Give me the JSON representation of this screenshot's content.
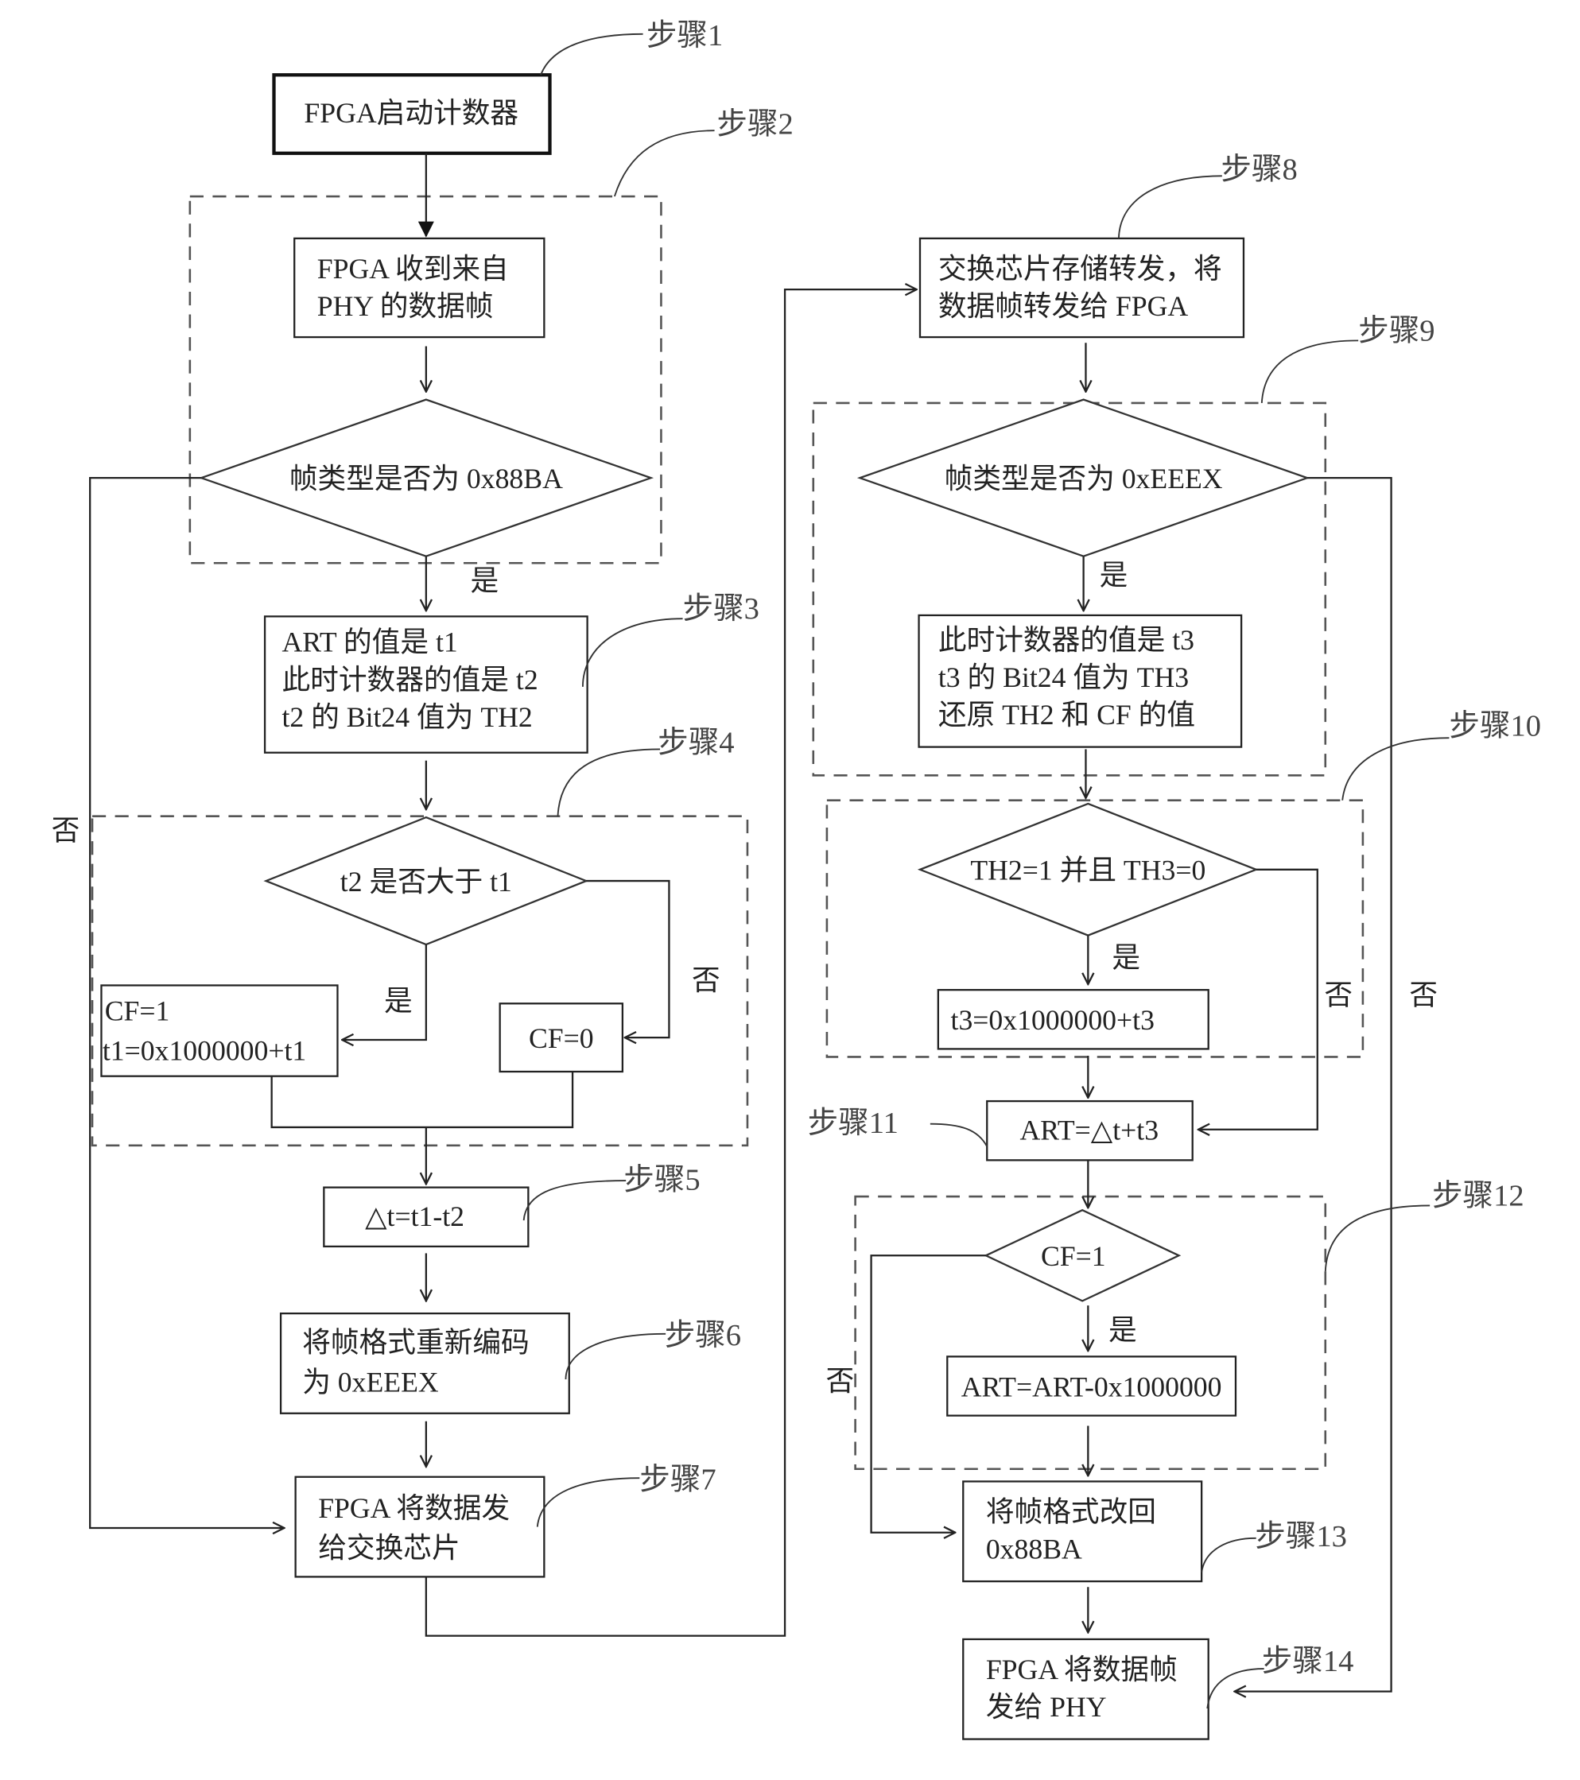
{
  "diagram": {
    "type": "flowchart",
    "steps": {
      "s1": "步骤1",
      "s2": "步骤2",
      "s3": "步骤3",
      "s4": "步骤4",
      "s5": "步骤5",
      "s6": "步骤6",
      "s7": "步骤7",
      "s8": "步骤8",
      "s9": "步骤9",
      "s10": "步骤10",
      "s11": "步骤11",
      "s12": "步骤12",
      "s13": "步骤13",
      "s14": "步骤14"
    },
    "nodes": {
      "start": "FPGA启动计数器",
      "recv": [
        "FPGA 收到来自",
        "PHY 的数据帧"
      ],
      "check88ba": "帧类型是否为 0x88BA",
      "art_t1": [
        "ART 的值是 t1",
        "此时计数器的值是 t2",
        "t2 的 Bit24 值为 TH2"
      ],
      "cmp_t2_t1": "t2 是否大于 t1",
      "cf1": [
        "CF=1",
        "t1=0x1000000+t1"
      ],
      "cf0": "CF=0",
      "delta": "△t=t1-t2",
      "reencode": [
        "将帧格式重新编码",
        "为 0xEEEX"
      ],
      "send_switch": [
        "FPGA 将数据发",
        "给交换芯片"
      ],
      "switch_fwd": [
        "交换芯片存储转发，将",
        "数据帧转发给 FPGA"
      ],
      "checkeeex": "帧类型是否为 0xEEEX",
      "t3": [
        "此时计数器的值是 t3",
        "t3 的 Bit24 值为 TH3",
        "还原 TH2 和 CF 的值"
      ],
      "th_check": "TH2=1 并且 TH3=0",
      "t3_add": "t3=0x1000000+t3",
      "art_calc": "ART=△t+t3",
      "cf_check": "CF=1",
      "art_sub": "ART=ART-0x1000000",
      "restore": [
        "将帧格式改回",
        "0x88BA"
      ],
      "send_phy": [
        "FPGA 将数据帧",
        "发给 PHY"
      ]
    },
    "labels": {
      "yes": "是",
      "no": "否"
    }
  }
}
